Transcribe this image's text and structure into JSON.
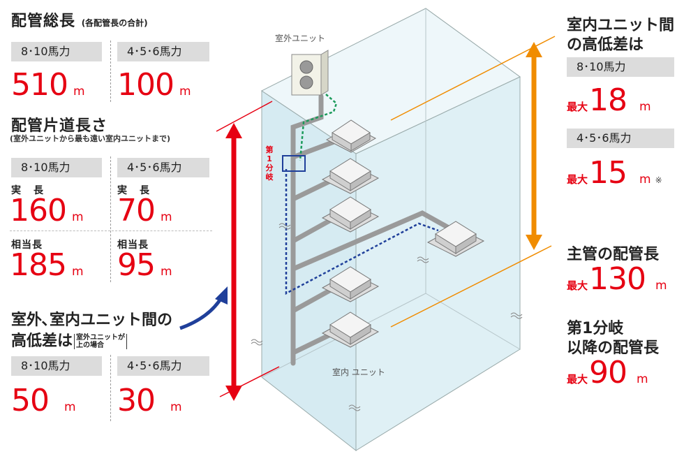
{
  "left": {
    "total_length": {
      "title": "配管総長",
      "note": "(各配管長の合計)",
      "groups": [
        {
          "tag": "8･10馬力",
          "value": "510",
          "unit": "m"
        },
        {
          "tag": "4･5･6馬力",
          "value": "100",
          "unit": "m"
        }
      ]
    },
    "one_way": {
      "title": "配管片道長さ",
      "note": "(室外ユニットから最も遠い室内ユニットまで)",
      "groups": [
        {
          "tag": "8･10馬力",
          "actual_label": "実　長",
          "actual_value": "160",
          "equiv_label": "相当長",
          "equiv_value": "185",
          "unit": "m"
        },
        {
          "tag": "4･5･6馬力",
          "actual_label": "実　長",
          "actual_value": "70",
          "equiv_label": "相当長",
          "equiv_value": "95",
          "unit": "m"
        }
      ]
    },
    "height_diff": {
      "title_line1": "室外､室内ユニット間の",
      "title_line2": "高低差は",
      "note_line1": "室外ユニットが",
      "note_line2": "上の場合",
      "groups": [
        {
          "tag": "8･10馬力",
          "value": "50",
          "unit": "m"
        },
        {
          "tag": "4･5･6馬力",
          "value": "30",
          "unit": "m"
        }
      ]
    }
  },
  "right": {
    "indoor_diff": {
      "title_line1": "室内ユニット間",
      "title_line2": "の高低差は",
      "groups": [
        {
          "tag": "8･10馬力",
          "prefix": "最大",
          "value": "18",
          "unit": "m",
          "mark": ""
        },
        {
          "tag": "4･5･6馬力",
          "prefix": "最大",
          "value": "15",
          "unit": "m",
          "mark": "※"
        }
      ]
    },
    "main_pipe": {
      "title": "主管の配管長",
      "prefix": "最大",
      "value": "130",
      "unit": "m"
    },
    "after_branch": {
      "title_line1": "第1分岐",
      "title_line2": "以降の配管長",
      "prefix": "最大",
      "value": "90",
      "unit": "m"
    }
  },
  "diagram": {
    "outdoor_label": "室外ユニット",
    "indoor_label": "室内 ユニット",
    "branch_label": "第1分岐",
    "colors": {
      "red": "#e60012",
      "orange": "#f08c00",
      "blue": "#1f3f9a",
      "green": "#1a9a5a",
      "building": "#d8ecf2",
      "pipe": "#9a9a9a"
    }
  }
}
